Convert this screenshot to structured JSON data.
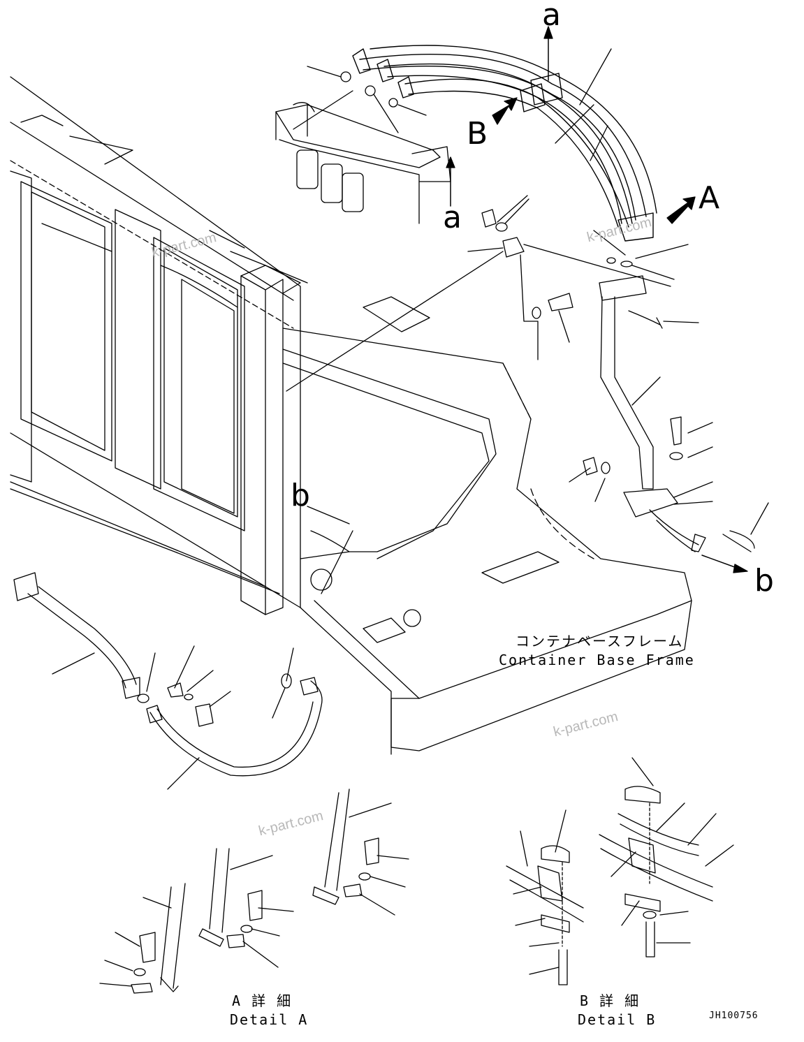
{
  "view_labels": {
    "A": "A",
    "B": "B",
    "a": "a",
    "b": "b"
  },
  "captions": {
    "container_base_frame_jp": "コンテナベースフレーム",
    "container_base_frame_en": "Container Base Frame",
    "detail_a_jp": "A 詳 細",
    "detail_a_en": "Detail A",
    "detail_b_jp": "B 詳 細",
    "detail_b_en": "Detail B"
  },
  "watermark": "k-part.com",
  "drawing_code": "JH100756"
}
